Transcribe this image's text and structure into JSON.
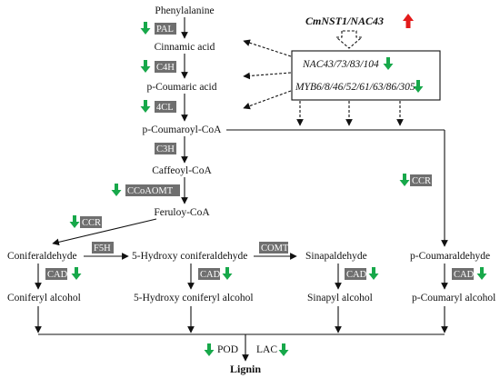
{
  "colors": {
    "down_arrow": "#17a84a",
    "up_arrow": "#e31b1b",
    "enzyme_box": "#6f6f6f"
  },
  "regulator": {
    "title": "CmNST1/NAC43",
    "line1": "NAC43/73/83/104",
    "line2": "MYB6/8/46/52/61/63/86/305"
  },
  "metabolites": {
    "phenylalanine": "Phenylalanine",
    "cinnamic_acid": "Cinnamic acid",
    "p_coumaric_acid": "p-Coumaric acid",
    "p_coumaroyl_coa": "p-Coumaroyl-CoA",
    "caffeoyl_coa": "Caffeoyl-CoA",
    "feruloy_coa": "Feruloy-CoA",
    "coniferaldehyde": "Coniferaldehyde",
    "hydroxy_coniferaldehyde": "5-Hydroxy coniferaldehyde",
    "sinapaldehyde": "Sinapaldehyde",
    "p_coumaraldehyde": "p-Coumaraldehyde",
    "coniferyl_alcohol": "Coniferyl alcohol",
    "hydroxy_coniferyl_alcohol": "5-Hydroxy coniferyl alcohol",
    "sinapyl_alcohol": "Sinapyl alcohol",
    "p_coumaryl_alcohol": "p-Coumaryl alcohol",
    "lignin": "Lignin"
  },
  "enzymes": {
    "pal": "PAL",
    "c4h": "C4H",
    "cl4": "4CL",
    "c3h": "C3H",
    "ccoaomt": "CCoAOMT",
    "ccr_left": "CCR",
    "ccr_right": "CCR",
    "f5h": "F5H",
    "comt": "COMT",
    "cad1": "CAD",
    "cad2": "CAD",
    "cad3": "CAD",
    "cad4": "CAD",
    "pod": "POD",
    "lac": "LAC"
  }
}
